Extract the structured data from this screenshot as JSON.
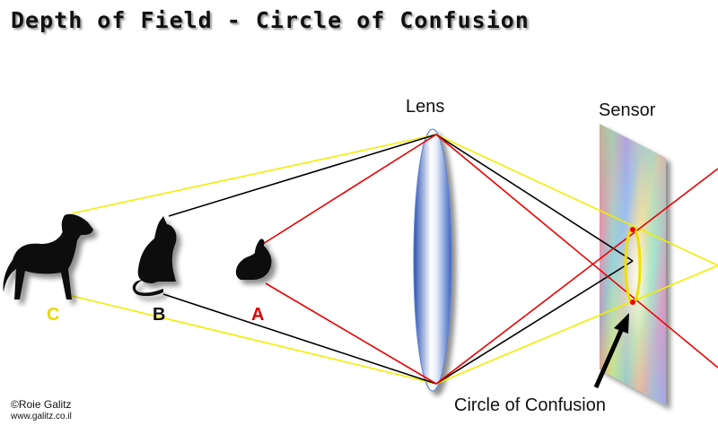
{
  "title": "Depth of Field - Circle of Confusion",
  "labels": {
    "lens": "Lens",
    "sensor": "Sensor",
    "circle_of_confusion": "Circle of Confusion"
  },
  "objects": [
    {
      "id": "C",
      "label": "C",
      "icon": "dog-silhouette-icon",
      "color": "#e8d800"
    },
    {
      "id": "B",
      "label": "B",
      "icon": "cat-silhouette-icon",
      "color": "#111111"
    },
    {
      "id": "A",
      "label": "A",
      "icon": "rabbit-silhouette-icon",
      "color": "#dd0000"
    }
  ],
  "colors": {
    "ray_C": "#f2ee00",
    "ray_B": "#000000",
    "ray_A": "#ee0000",
    "lens": "#4a78c8",
    "circle_of_confusion": "#f0e000"
  },
  "credit": {
    "copyright": "©Roie Galitz",
    "url": "www.galitz.co.il"
  }
}
